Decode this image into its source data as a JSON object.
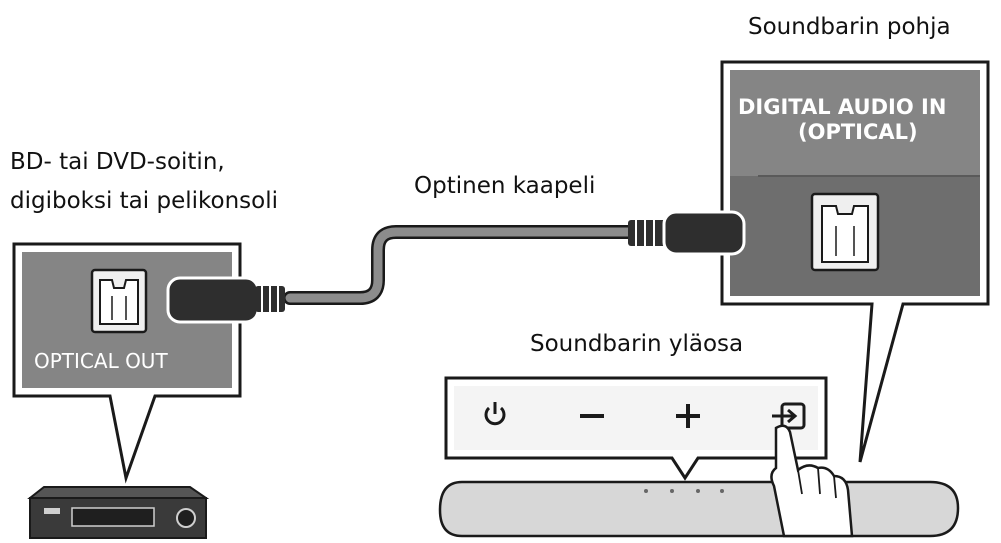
{
  "labels": {
    "source_line1": "BD- tai DVD-soitin,",
    "source_line2": "digiboksi tai pelikonsoli",
    "cable": "Optinen kaapeli",
    "soundbar_bottom": "Soundbarin pohja",
    "soundbar_top": "Soundbarin yläosa",
    "optical_out": "OPTICAL OUT",
    "digital_in_line1": "DIGITAL AUDIO IN",
    "digital_in_line2": "(OPTICAL)"
  },
  "buttons": {
    "power": "⏻",
    "volume_down": "−",
    "volume_up": "+",
    "source": "source-input-icon"
  },
  "colors": {
    "panel_gray": "#858585",
    "panel_dark": "#6e6e6e",
    "cable_gray": "#8c8c8c",
    "plug_dark": "#2e2e2e",
    "soundbar_fill": "#d7d7d7",
    "outline": "#1a1a1a"
  }
}
